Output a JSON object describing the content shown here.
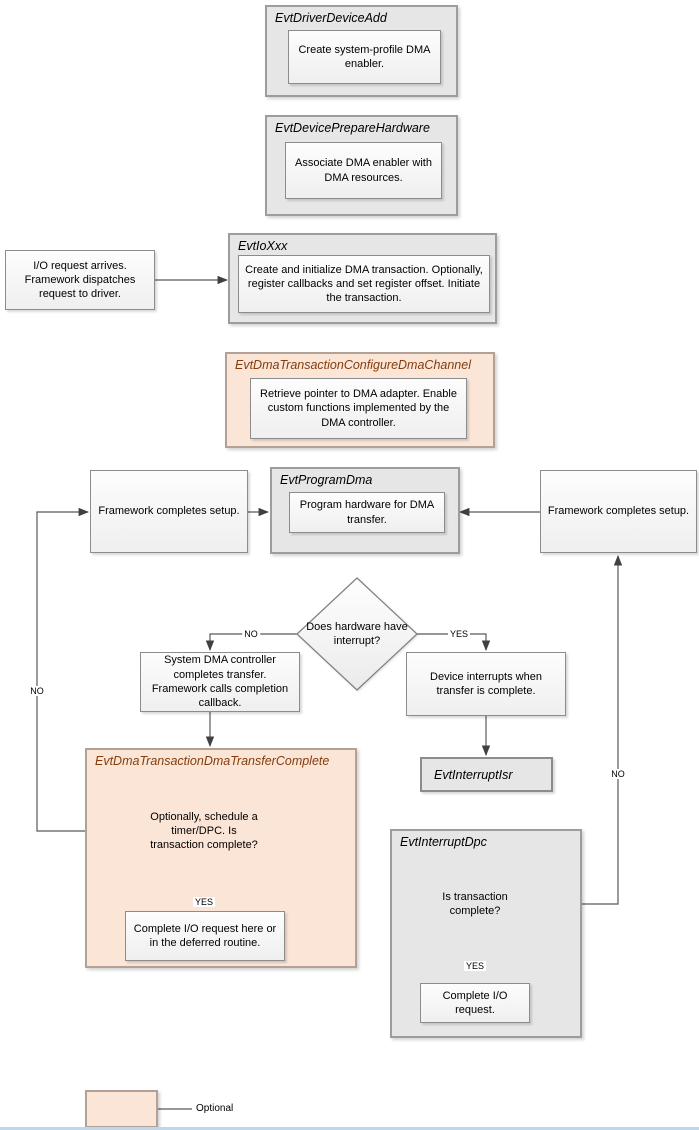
{
  "diagram": {
    "driver_device_add": {
      "title": "EvtDriverDeviceAdd",
      "body": "Create system-profile DMA enabler."
    },
    "device_prepare_hardware": {
      "title": "EvtDevicePrepareHardware",
      "body": "Associate DMA enabler with DMA resources."
    },
    "io_request": {
      "text": "I/O request arrives. Framework dispatches request to driver."
    },
    "io_xxx": {
      "title": "EvtIoXxx",
      "body": "Create and initialize DMA transaction. Optionally, register callbacks and set register offset. Initiate the transaction."
    },
    "configure_dma_channel": {
      "title": "EvtDmaTransactionConfigureDmaChannel",
      "body": "Retrieve pointer to DMA adapter. Enable custom functions implemented by the DMA controller."
    },
    "framework_setup_left": {
      "text": "Framework completes setup."
    },
    "program_dma": {
      "title": "EvtProgramDma",
      "body": "Program hardware for DMA transfer."
    },
    "framework_setup_right": {
      "text": "Framework completes setup."
    },
    "has_interrupt_decision": {
      "text": "Does hardware have interrupt?"
    },
    "system_dma_completes": {
      "text": "System DMA controller completes transfer. Framework calls completion callback."
    },
    "device_interrupts": {
      "text": "Device interrupts when transfer is complete."
    },
    "interrupt_isr": {
      "title": "EvtInterruptIsr"
    },
    "dma_transfer_complete": {
      "title": "EvtDmaTransactionDmaTransferComplete",
      "decision": "Optionally, schedule a timer/DPC.  Is transaction complete?",
      "action": "Complete I/O request here or in the deferred routine."
    },
    "interrupt_dpc": {
      "title": "EvtInterruptDpc",
      "decision": "Is transaction complete?",
      "action": "Complete I/O request."
    }
  },
  "labels": {
    "yes": "YES",
    "no": "NO"
  },
  "legend": {
    "label": "Optional"
  },
  "colors": {
    "container_fill": "#e7e6e6",
    "optional_fill": "#fbe5d6",
    "optional_title_text": "#843c0c",
    "connector_line": "#595959",
    "bottom_rule": "#bdd7ee"
  }
}
